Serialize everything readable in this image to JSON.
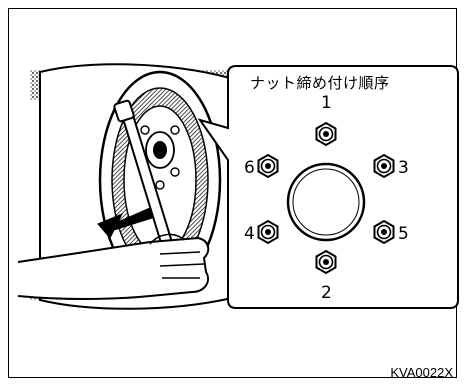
{
  "diagram": {
    "title": "ナット締め付け順序",
    "figure_code": "KVA0022X",
    "nut_labels": {
      "n1": "1",
      "n2": "2",
      "n3": "3",
      "n4": "4",
      "n5": "5",
      "n6": "6"
    },
    "colors": {
      "ink": "#000000",
      "paper": "#ffffff"
    }
  }
}
